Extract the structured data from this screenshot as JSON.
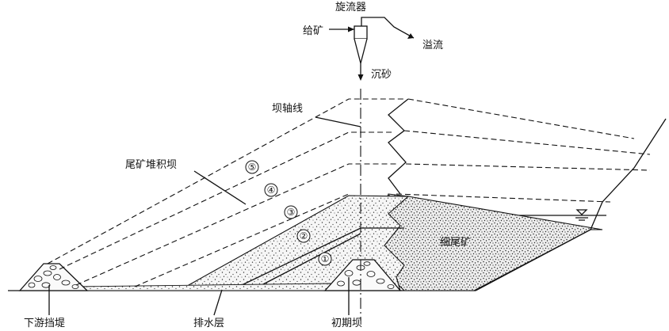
{
  "labels": {
    "cyclone": "旋流器",
    "feed": "给矿",
    "overflow": "溢流",
    "sand": "沉砂",
    "dam_axis": "坝轴线",
    "tailings_dam": "尾矿堆积坝",
    "fine_tailings": "细尾矿",
    "downstream_dike": "下游挡堤",
    "drainage_layer": "排水层",
    "starter_dam": "初期坝"
  },
  "stage_numbers": [
    "①",
    "②",
    "③",
    "④",
    "⑤"
  ],
  "colors": {
    "line": "#111111",
    "sand_fill": "#f4f4f4",
    "stipple": "#333333"
  }
}
